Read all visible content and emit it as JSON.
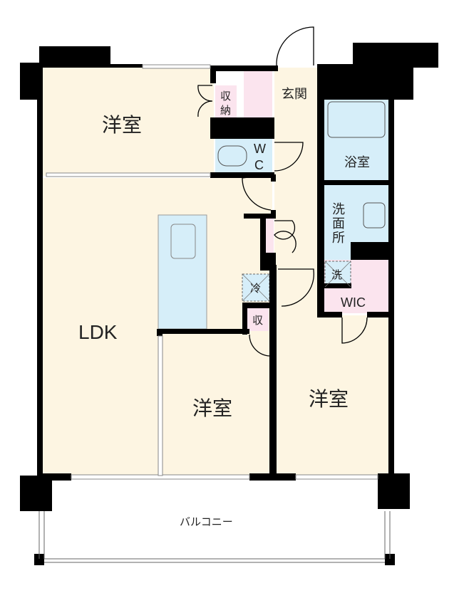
{
  "floorplan": {
    "rooms": {
      "western_room_1": "洋室",
      "storage_1_line1": "収",
      "storage_1_line2": "納",
      "entrance": "玄関",
      "wc_line1": "W",
      "wc_line2": "C",
      "bathroom": "浴室",
      "washroom_line1": "洗",
      "washroom_line2": "面",
      "washroom_line3": "所",
      "washer": "洗",
      "fridge": "冷",
      "storage_2": "収",
      "wic": "WIC",
      "ldk": "LDK",
      "western_room_2": "洋室",
      "western_room_3": "洋室",
      "balcony": "バルコニー"
    },
    "colors": {
      "floor": "#fdf5e2",
      "wet_area": "#d6eef9",
      "storage": "#fbe4ee",
      "wall": "#000000"
    }
  }
}
